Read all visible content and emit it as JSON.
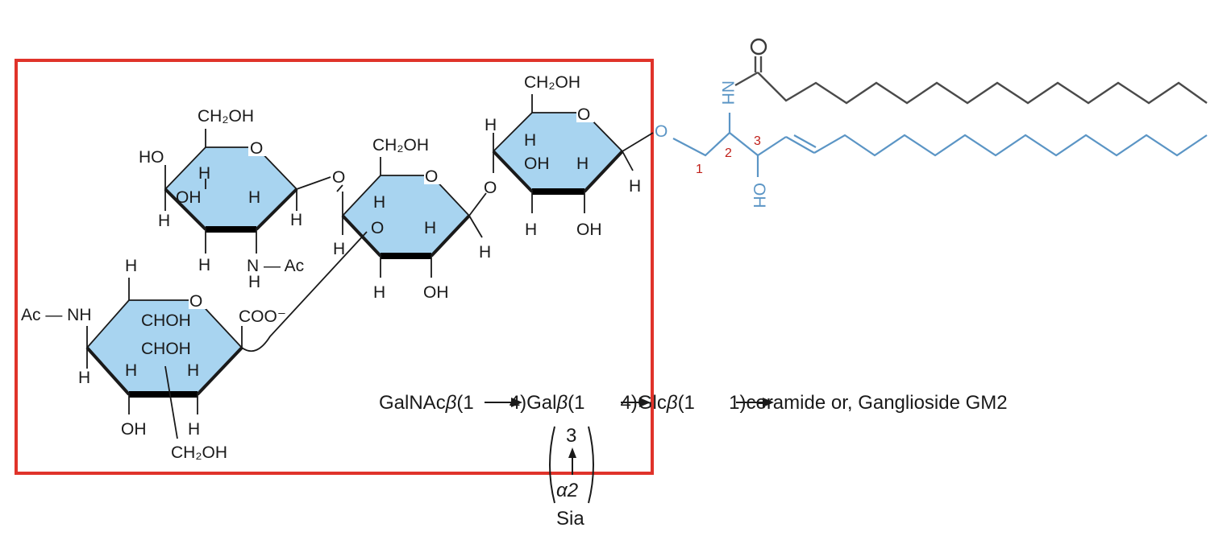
{
  "diagram": {
    "title": "",
    "notation": {
      "p1": "GalNAc",
      "beta": "β",
      "p2": "(1",
      "p3": "4)Gal",
      "p4": "(1",
      "p5": "4)Glc",
      "p6": "(1",
      "p7": "1)ceramide or, Ganglioside GM2",
      "branch_top": "3",
      "branch_bottom": "α2",
      "branch_label": "Sia"
    },
    "atoms": {
      "ch2oh": "CH₂OH",
      "oh": "OH",
      "ho": "HO",
      "h": "H",
      "o": "O",
      "nh": "NH",
      "n": "N",
      "ac": "Ac",
      "choh": "CHOH",
      "coo": "COO⁻",
      "ac_nh": "Ac — NH",
      "n_ac": "N — Ac"
    },
    "carbon_numbers": [
      "1",
      "2",
      "3"
    ],
    "highlight_color": "#e0332a",
    "ring_fill": "#a8d4f0",
    "ceramide_color": "#5b95c5"
  }
}
